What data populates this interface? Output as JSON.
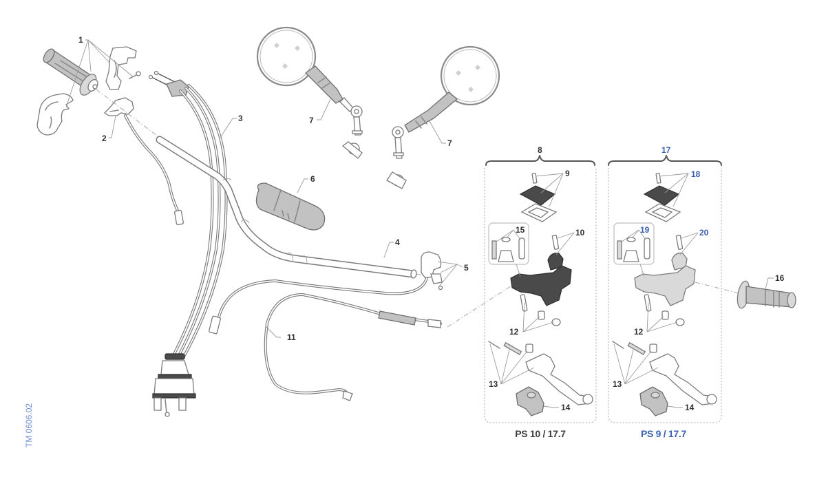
{
  "diagram": {
    "title": "Handlebar and controls exploded parts view",
    "document_code": "TM 0606.02",
    "colors": {
      "standard_label": "#333333",
      "alternative_label": "#3a5fb0",
      "document_code": "#6b8fd6",
      "part_outline": "#7a7a7a",
      "dark_part": "#4a4a4a"
    },
    "callouts": [
      {
        "id": "1",
        "part": "throttle-grip-assembly",
        "variant": "standard"
      },
      {
        "id": "2",
        "part": "throttle-switch",
        "variant": "standard"
      },
      {
        "id": "3",
        "part": "throttle-cables",
        "variant": "standard"
      },
      {
        "id": "4",
        "part": "handlebar",
        "variant": "standard"
      },
      {
        "id": "5",
        "part": "clutch-switch-clamp",
        "variant": "standard"
      },
      {
        "id": "6",
        "part": "handlebar-pad",
        "variant": "standard"
      },
      {
        "id": "7",
        "part": "mirror",
        "variant": "standard"
      },
      {
        "id": "8",
        "part": "clutch-master-cylinder-ps10",
        "variant": "standard"
      },
      {
        "id": "9",
        "part": "reservoir-cover-kit",
        "variant": "standard"
      },
      {
        "id": "10",
        "part": "clamp-kit",
        "variant": "standard"
      },
      {
        "id": "11",
        "part": "clutch-hose",
        "variant": "standard"
      },
      {
        "id": "12",
        "part": "fitting-kit",
        "variant": "standard"
      },
      {
        "id": "13",
        "part": "lever-kit",
        "variant": "standard"
      },
      {
        "id": "14",
        "part": "lever-guard",
        "variant": "standard"
      },
      {
        "id": "15",
        "part": "piston-kit",
        "variant": "standard"
      },
      {
        "id": "16",
        "part": "left-grip",
        "variant": "standard"
      },
      {
        "id": "17",
        "part": "clutch-master-cylinder-ps9",
        "variant": "alternative"
      },
      {
        "id": "18",
        "part": "reservoir-cover-kit",
        "variant": "alternative"
      },
      {
        "id": "19",
        "part": "piston-kit",
        "variant": "alternative"
      },
      {
        "id": "20",
        "part": "clamp-kit",
        "variant": "alternative"
      }
    ],
    "labels": {
      "c1": "1",
      "c2": "2",
      "c3": "3",
      "c4": "4",
      "c5": "5",
      "c6": "6",
      "c7a": "7",
      "c7b": "7",
      "c8": "8",
      "c9": "9",
      "c10": "10",
      "c11": "11",
      "c12a": "12",
      "c12b": "12",
      "c13a": "13",
      "c13b": "13",
      "c14a": "14",
      "c14b": "14",
      "c15": "15",
      "c16": "16",
      "c17": "17",
      "c18": "18",
      "c19": "19",
      "c20": "20"
    },
    "groups": [
      {
        "id": "8",
        "caption": "PS 10 / 17.7",
        "variant": "standard"
      },
      {
        "id": "17",
        "caption": "PS 9 / 17.7",
        "variant": "alternative"
      }
    ]
  }
}
